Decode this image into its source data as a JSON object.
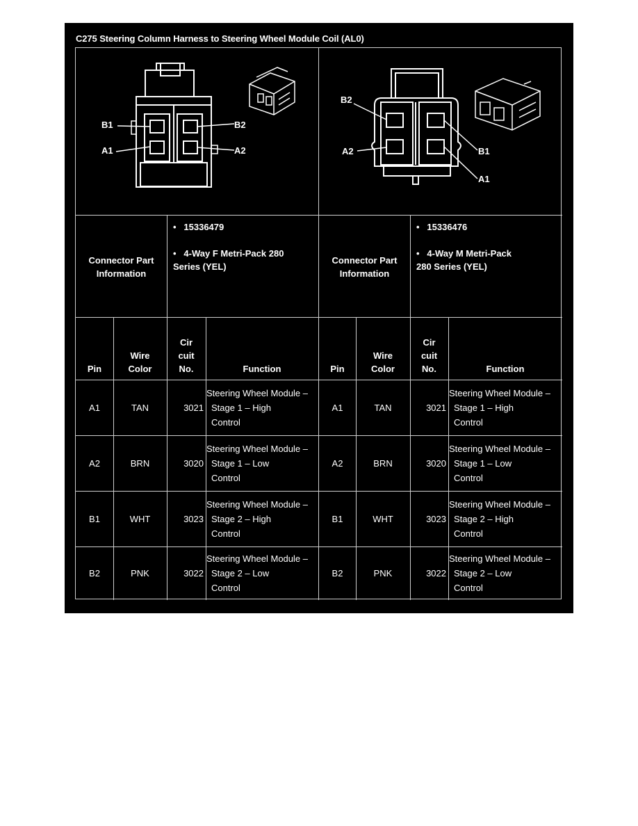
{
  "title": "C275 Steering Column Harness to Steering Wheel Module Coil (AL0)",
  "left_connector": {
    "pin_labels": {
      "b1": "B1",
      "b2": "B2",
      "a1": "A1",
      "a2": "A2"
    },
    "info_label_line1": "Connector Part",
    "info_label_line2": "Information",
    "part_number": "15336479",
    "desc_line1": "4-Way F Metri-Pack 280",
    "desc_line2": "Series (YEL)"
  },
  "right_connector": {
    "pin_labels": {
      "b1": "B1",
      "b2": "B2",
      "a1": "A1",
      "a2": "A2"
    },
    "info_label_line1": "Connector Part",
    "info_label_line2": "Information",
    "part_number": "15336476",
    "desc_line1": "4-Way M Metri-Pack",
    "desc_line2": "280 Series (YEL)"
  },
  "bullet": "•",
  "headers": {
    "pin": "Pin",
    "wire_line1": "Wire",
    "wire_line2": "Color",
    "circ_line1": "Cir",
    "circ_line2": "cuit",
    "circ_line3": "No.",
    "function": "Function"
  },
  "rows": [
    {
      "pin": "A1",
      "color": "TAN",
      "circuit": "3021",
      "func1": "Steering Wheel Module –",
      "func2": "Stage 1 – High",
      "func3": "Control"
    },
    {
      "pin": "A2",
      "color": "BRN",
      "circuit": "3020",
      "func1": "Steering Wheel Module –",
      "func2": "Stage 1 – Low",
      "func3": "Control"
    },
    {
      "pin": "B1",
      "color": "WHT",
      "circuit": "3023",
      "func1": "Steering Wheel Module –",
      "func2": "Stage 2 – High",
      "func3": "Control"
    },
    {
      "pin": "B2",
      "color": "PNK",
      "circuit": "3022",
      "func1": "Steering Wheel Module –",
      "func2": "Stage 2 – Low",
      "func3": "Control"
    }
  ]
}
